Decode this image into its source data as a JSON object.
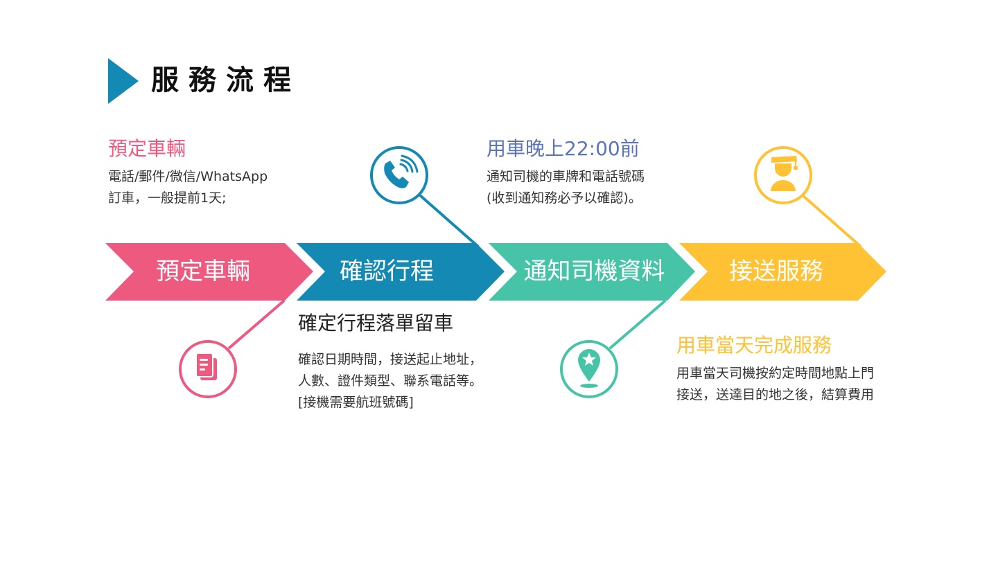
{
  "header": {
    "title": "服務流程",
    "accent_color": "#1389b3"
  },
  "steps": [
    {
      "label": "預定車輛",
      "color": "#ee5a7f",
      "icon": "document-icon",
      "detail_heading": "預定車輛",
      "detail_lines": "電話/郵件/微信/WhatsApp\n訂車，一般提前1天;"
    },
    {
      "label": "確認行程",
      "color": "#1389b3",
      "icon": "phone-icon",
      "detail_heading": "確定行程落單留車",
      "detail_lines": "確認日期時間，接送起止地址，\n人數、證件類型、聯系電話等。\n[接機需要航班號碼]"
    },
    {
      "label": "通知司機資料",
      "color": "#47c4a8",
      "icon": "location-star-icon",
      "detail_heading": "用車晚上22:00前",
      "detail_lines": "通知司機的車牌和電話號碼\n(收到通知務必予以確認)。"
    },
    {
      "label": "接送服務",
      "color": "#fec234",
      "icon": "graduate-person-icon",
      "detail_heading": "用車當天完成服務",
      "detail_lines": "用車當天司機按約定時間地點上門\n接送，送達目的地之後，結算費用"
    }
  ],
  "colors": {
    "heading_pink": "#ee5a7f",
    "heading_blue": "#5b74b8",
    "heading_dark": "#222222",
    "heading_yellow": "#fec234",
    "body_text": "#333333"
  }
}
